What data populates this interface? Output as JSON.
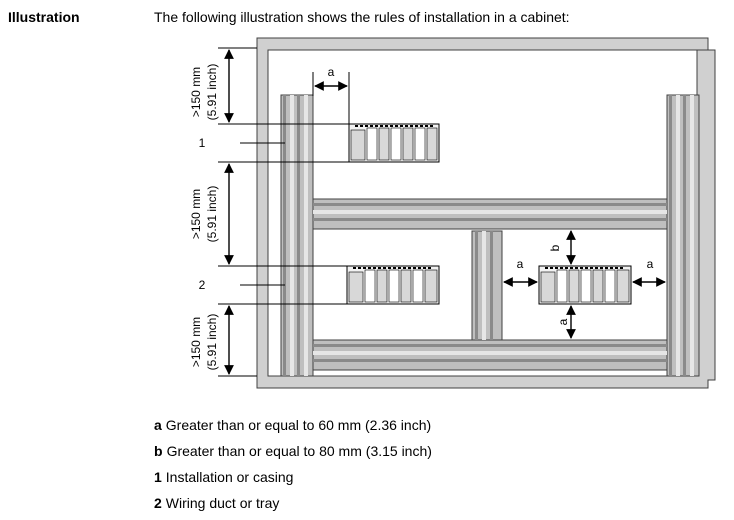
{
  "section": {
    "heading": "Illustration",
    "intro": "The following illustration shows the rules of installation in a cabinet:"
  },
  "figure": {
    "dim_mm": ">150 mm",
    "dim_inch": "(5.91 inch)",
    "label_a": "a",
    "label_b": "b",
    "callout_1": "1",
    "callout_2": "2",
    "colors": {
      "frame_fill": "#d0d0d0",
      "frame_stroke": "#404040",
      "duct_fill": "#bfbfbf",
      "duct_stripe": "#909090",
      "line": "#000000"
    }
  },
  "legend": {
    "items": [
      {
        "key": "a",
        "text": "Greater than or equal to 60 mm (2.36 inch)"
      },
      {
        "key": "b",
        "text": "Greater than or equal to 80 mm (3.15 inch)"
      },
      {
        "key": "1",
        "text": "Installation or casing"
      },
      {
        "key": "2",
        "text": "Wiring duct or tray"
      }
    ]
  }
}
